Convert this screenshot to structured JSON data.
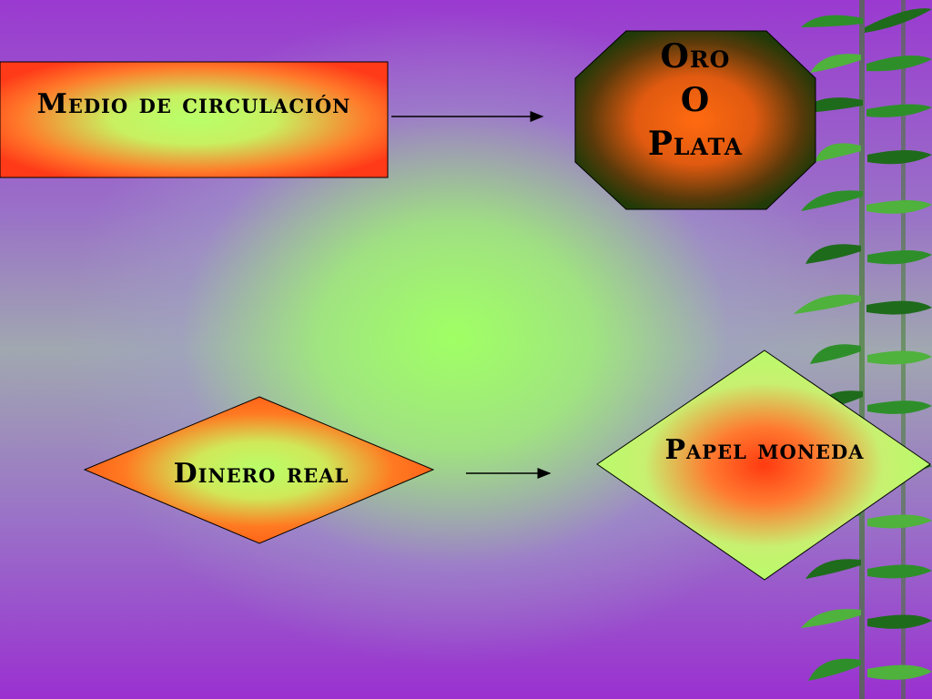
{
  "diagram": {
    "nodes": {
      "medio": {
        "label": "Medio de circulación"
      },
      "oro_line1": "Oro",
      "oro_line2": "O",
      "oro_line3": "Plata",
      "dinero": {
        "label": "Dinero real"
      },
      "papel": {
        "label": "Papel moneda"
      }
    },
    "colors": {
      "orange": "#ff4a1a",
      "light_green": "#b4ff66",
      "dark_green": "#1e3a0a",
      "octagon_orange": "#ff6a10"
    }
  }
}
